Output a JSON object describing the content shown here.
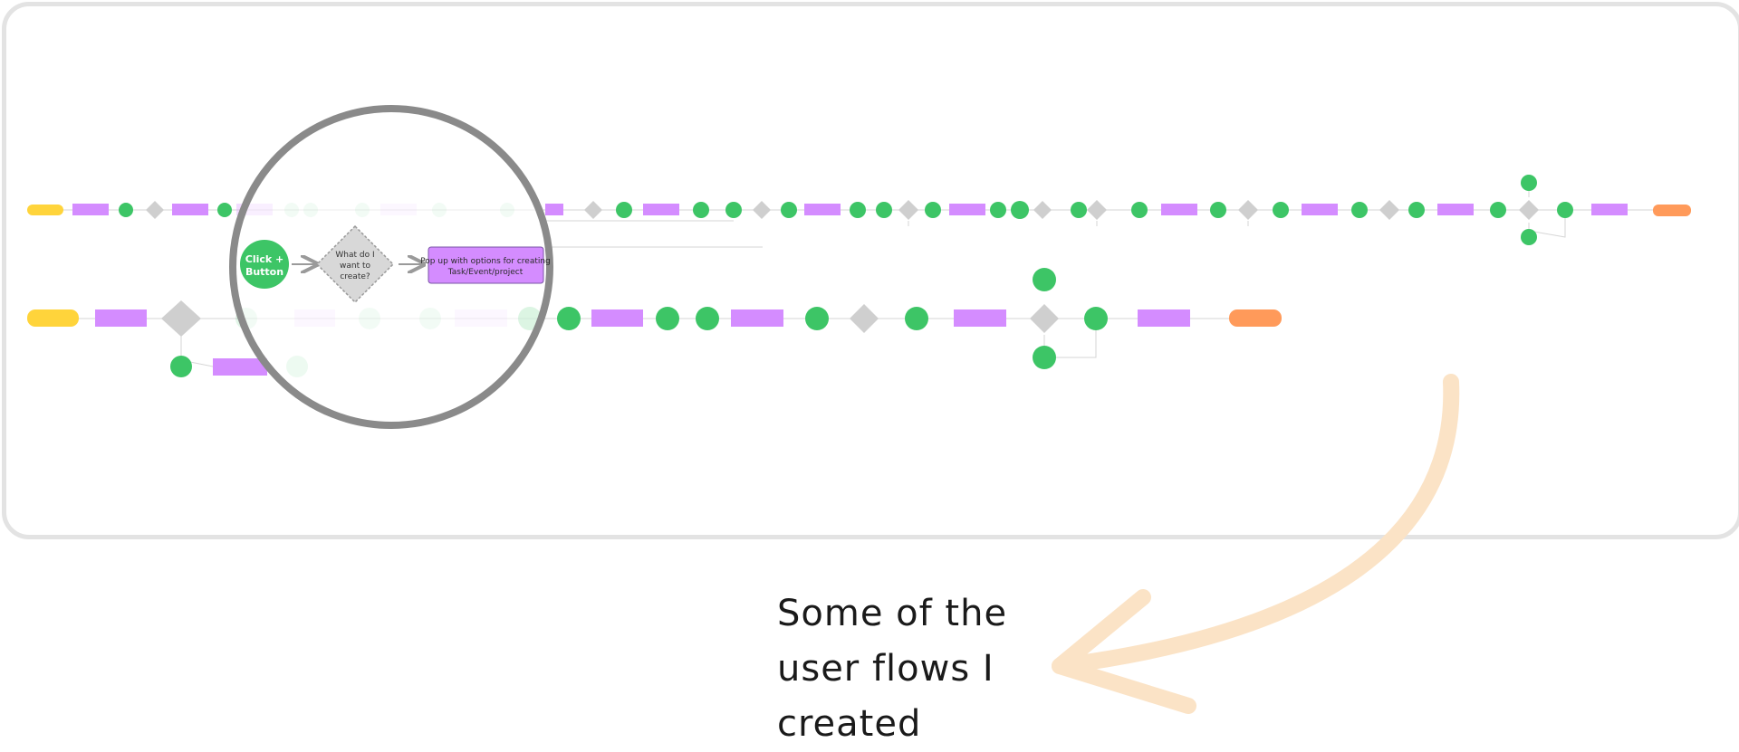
{
  "caption": {
    "line1": "Some of the",
    "line2": "user flows I",
    "line3": "created"
  },
  "zoom": {
    "start_node": "Click +\nButton",
    "decision": "What do I\nwant to\ncreate?",
    "popup": "Pop up with options for creating\nTask/Event/project"
  },
  "colors": {
    "terminal_start": "#ffd43b",
    "terminal_end": "#ff9a5a",
    "process": "#d48cff",
    "action": "#3dc566",
    "decision": "#cfcfcf",
    "arrow_accent": "#fbe3c6",
    "ring": "#8a8a8a"
  },
  "icons": {
    "connector_arrow": "right-arrow-icon",
    "curved_arrow": "curved-arrow-icon"
  }
}
